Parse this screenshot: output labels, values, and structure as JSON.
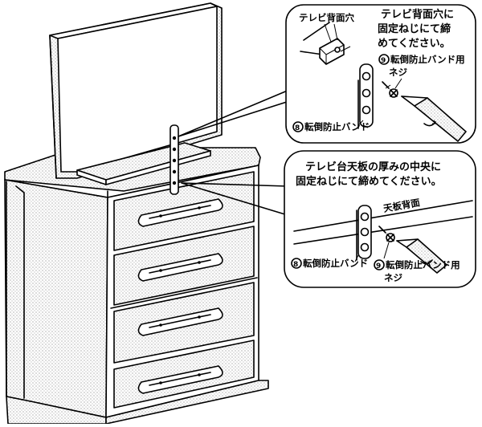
{
  "callout_top": {
    "label_tv_hole": "テレビ背面穴",
    "instruction_line1": "テレビ背面穴に",
    "instruction_line2": "固定ねじにて締",
    "instruction_line3": "めてください。",
    "screw_number": "9",
    "screw_label_line1": "転倒防止バンド用",
    "screw_label_line2": "ネジ",
    "band_number": "8",
    "band_label": "転倒防止バンド"
  },
  "callout_bottom": {
    "instruction_line1": "テレビ台天板の厚みの中央に",
    "instruction_line2": "固定ねじにて締めてください。",
    "label_top_board": "天板背面",
    "band_number": "8",
    "band_label": "転倒防止バンド",
    "screw_number": "9",
    "screw_label_line1": "転倒防止バンド用",
    "screw_label_line2": "ネジ"
  }
}
